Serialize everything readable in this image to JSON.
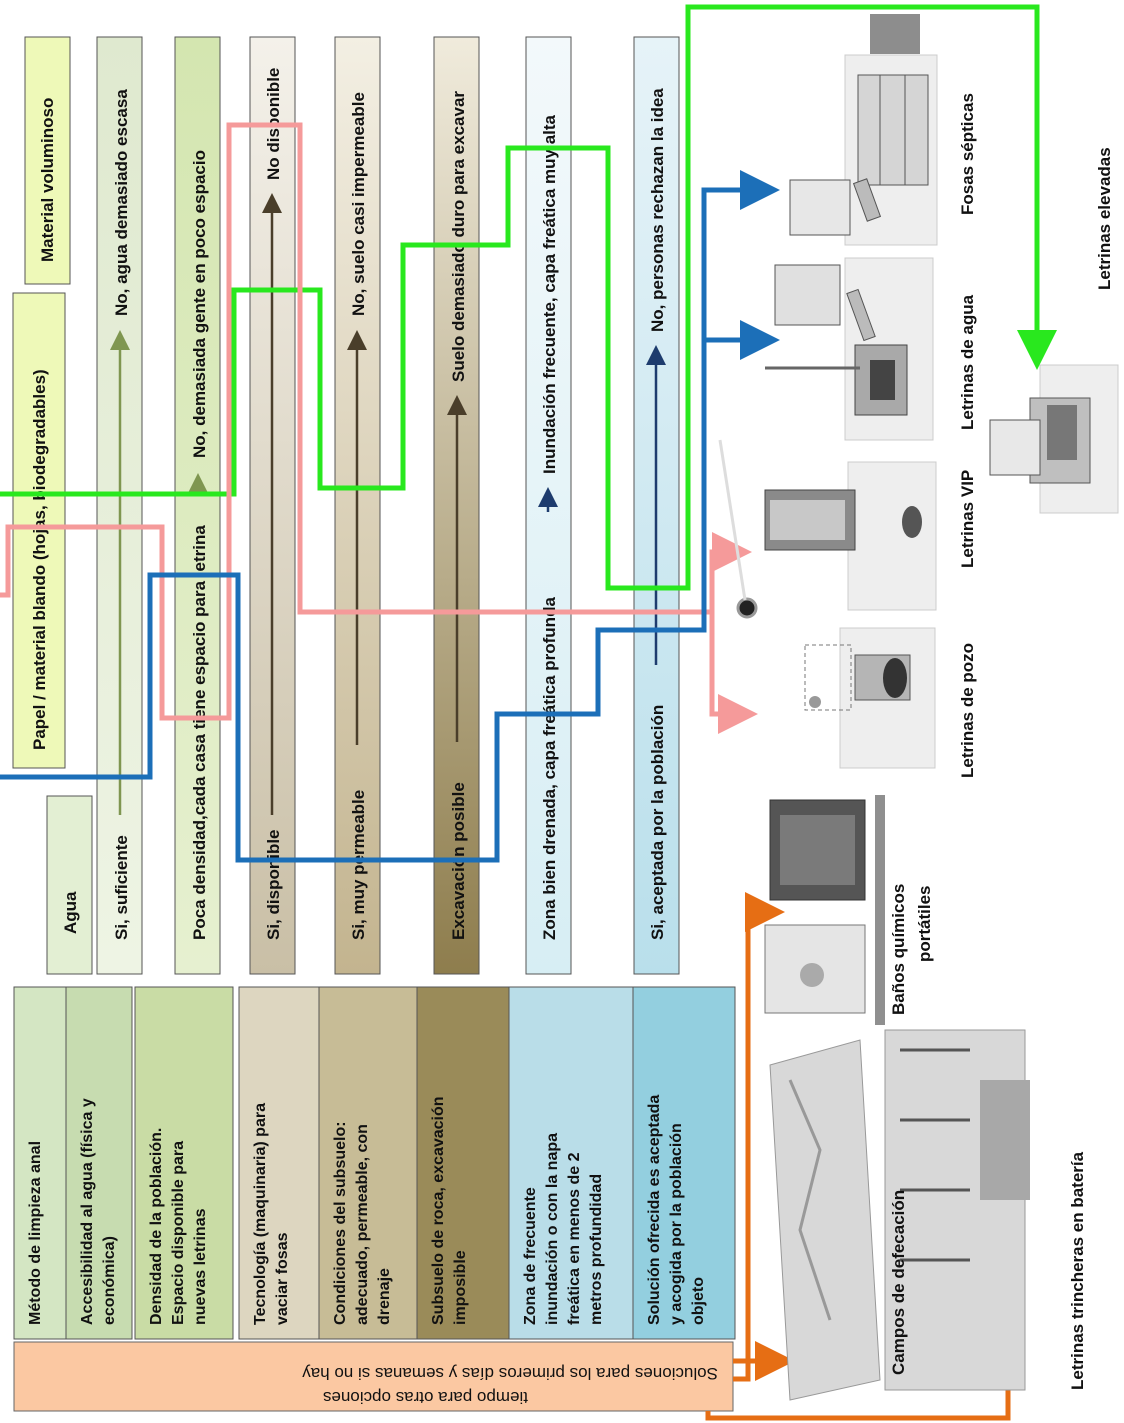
{
  "criteria": [
    {
      "label_lines": [
        "Método de limpieza anal"
      ],
      "color": "#d4e6c3"
    },
    {
      "label_lines": [
        "Accesibilidad al agua (física y",
        "económica)"
      ],
      "color": "#c7dcb0"
    },
    {
      "label_lines": [
        "Densidad de la población.",
        "Espacio disponible para",
        "nuevas letrinas"
      ],
      "color": "#c9dca5"
    },
    {
      "label_lines": [
        "Tecnología (maquinaria) para",
        "vaciar fosas"
      ],
      "color": "#ddd6c0"
    },
    {
      "label_lines": [
        "Condiciones del subsuelo:",
        "adecuado, permeable, con",
        "drenaje"
      ],
      "color": "#c7bc96"
    },
    {
      "label_lines": [
        "Subsuelo de roca, excavación",
        "imposible"
      ],
      "color": "#9a8b59"
    },
    {
      "label_lines": [
        "Zona de frecuente",
        "inundación o con la napa",
        "freática en menos de 2",
        "metros profundidad"
      ],
      "color": "#b9dde8"
    },
    {
      "label_lines": [
        "Solución ofrecida es aceptada",
        "y acogida por  la población",
        "objeto"
      ],
      "color": "#93cfdf"
    }
  ],
  "emergency_box": {
    "lines": [
      "Soluciones para los primeros días  y semanas  si no hay",
      "tiempo para otras  opciones"
    ],
    "color": "#fbc8a2"
  },
  "row1": {
    "agua": "Agua",
    "papel": "Papel / material blando (hojas, biodegradables)",
    "voluminoso": "Material voluminoso"
  },
  "rows": [
    {
      "yes": "Si, suficiente",
      "no": "No, agua demasiado escasa",
      "arrow_color": "#7f9650"
    },
    {
      "yes": "Poca densidad,cada casa tiene espacio para letrina",
      "no": "No, demasiada gente en poco espacio",
      "arrow_color": "#7f9650"
    },
    {
      "yes": "Si, disponible",
      "no": "No disponible",
      "arrow_color": "#4a3e2a"
    },
    {
      "yes": "Si, muy permeable",
      "no": "No, suelo casi impermeable",
      "arrow_color": "#4a3e2a"
    },
    {
      "yes": "Excavación posible",
      "no": "Suelo demasiado duro para excavar",
      "arrow_color": "#4a3e2a"
    },
    {
      "yes": "Zona bien drenada, capa freática profunda",
      "no": "Inundación frecuente, capa freática muy alta",
      "arrow_color": "#1e3c6e"
    },
    {
      "yes": "Si, aceptada por  la población",
      "no": "No, personas rechazan la idea",
      "arrow_color": "#1e3c6e"
    }
  ],
  "solutions": {
    "pozo": "Letrinas de pozo",
    "vip": "Letrinas VIP",
    "agua": "Letrinas de agua",
    "septicas": "Fosas sépticas",
    "elevadas": "Letrinas elevadas",
    "banos_1": "Baños químicos",
    "banos_2": "portátiles",
    "campos": "Campos de defecación",
    "trincheras": "Letrinas trincheras en batería"
  },
  "path_colors": {
    "green": "#29e81e",
    "pink": "#f59a9a",
    "blue": "#1c6fb8",
    "orange": "#e66e14"
  }
}
